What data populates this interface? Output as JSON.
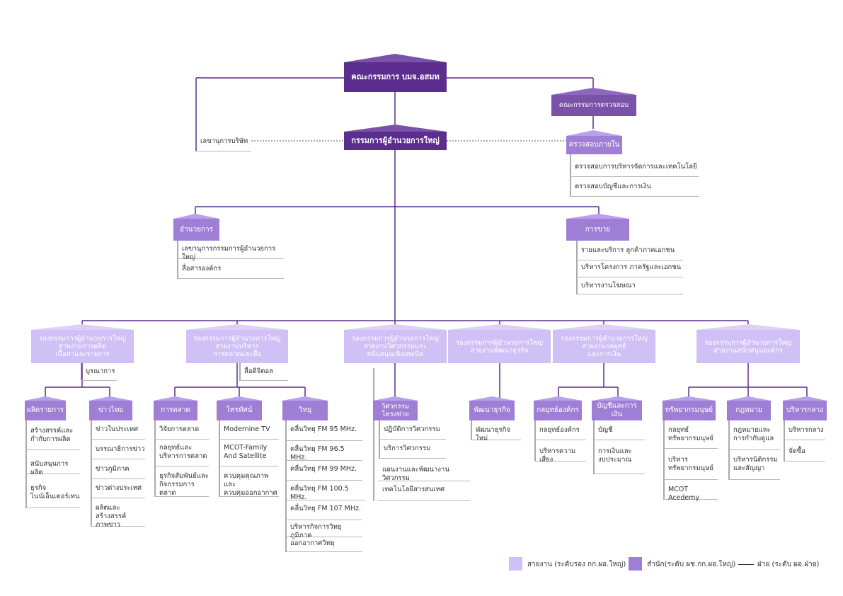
{
  "board": "คณะกรรมการ บมจ.อสมท",
  "audit_committee": "คณะกรรมการตรวจสอบ",
  "president": "กรรมการผู้อำนวยการใหญ่",
  "company_secretary": "เลขานุการบริษัท",
  "internal_audit": {
    "title": "ตรวจสอบภายใน",
    "items": [
      "ตรวจสอบการบริหารจัดการและเทคโนโลยี",
      "ตรวจสอบบัญชีและการเงิน"
    ]
  },
  "administration": {
    "title": "อำนวยการ",
    "items": [
      "เลขานุการกรรมการผู้อำนวยการใหญ่",
      "สื่อสารองค์กร"
    ]
  },
  "sales": {
    "title": "การขาย",
    "items": [
      "รายและบริการ ลูกค้าภาคเอกชน",
      "บริหารโครงการ ภาครัฐและเอกชน",
      "บริหารงานโฆษณา"
    ]
  },
  "vp_lines": [
    "รองกรรมการผู้อำนวยการใหญ่\nสายงานการผลิต\nเนื้อหาและรายการ",
    "รองกรรมการผู้อำนวยการใหญ่\nสายงานบริหาร\nการตลาดและสื่อ",
    "รองกรรมการผู้อำนวยการใหญ่\nสายงานวิศวกรรมและ\nสนับสนุนเชิงเทคนิค",
    "รองกรรมการผู้อำนวยการใหญ่\nสายงานพัฒนาธุรกิจ",
    "รองกรรมการผู้อำนวยการใหญ่\nสายงานกลยุทธ์\nและการเงิน",
    "รองกรรมการผู้อำนวยการใหญ่\nสายงานสนับสนุนองค์กร"
  ],
  "vp_subitems": [
    "บูรณาการ",
    "สื่อดิจิตอล"
  ],
  "offices": {
    "production": {
      "title": "ผลิตรายการ",
      "items": [
        "สร้างสรรค์และ\nกำกับการผลิต",
        "สนับสนุนการผลิต",
        "ธุรกิจ\nไนน์เอ็นเตอร์เทน"
      ]
    },
    "news": {
      "title": "ข่าวไทย",
      "items": [
        "ข่าวในประเทศ",
        "บรรณาธิการข่าว",
        "ข่าวภูมิภาค",
        "ข่าวต่างประเทศ",
        "ผลิตและสร้างสรรค์\nภาพข่าว"
      ]
    },
    "marketing": {
      "title": "การตลาด",
      "items": [
        "วิจัยการตลาด",
        "กลยุทธ์และ\nบริหารการตลาด",
        "ธุรกิจสัมพันธ์และ\nกิจกรรมการตลาด"
      ]
    },
    "tv": {
      "title": "โทรทัศน์",
      "items": [
        "Modernine TV",
        "MCOT-Family\nAnd Satellite",
        "ควบคุมคุณภาพและ\nควบคุมออกอากาศ"
      ]
    },
    "radio": {
      "title": "วิทยุ",
      "items": [
        "คลื่นวิทยุ FM 95 MHz.",
        "คลื่นวิทยุ FM 96.5 MHz.",
        "คลื่นวิทยุ FM 99 MHz.",
        "คลื่นวิทยุ FM 100.5 MHz.",
        "คลื่นวิทยุ FM 107 MHz.",
        "บริหารกิจการวิทยุภูมิภาค",
        "ออกอากาศวิทยุ"
      ]
    },
    "engineering": {
      "title": "วิศวกรรม\nโครงข่าย",
      "items": [
        "ปฏิบัติการวิศวกรรม",
        "บริการวิศวกรรม"
      ]
    },
    "engineering_extra": [
      "แผนงานและพัฒนางานวิศวกรรม",
      "เทคโนโลยีสารสนเทศ"
    ],
    "bizdev": {
      "title": "พัฒนาธุรกิจ",
      "items": [
        "พัฒนาธุรกิจใหม่"
      ]
    },
    "strategy": {
      "title": "กลยุทธ์องค์กร",
      "items": [
        "กลยุทธ์องค์กร",
        "บริหารความเสี่ยง"
      ]
    },
    "finance": {
      "title": "บัญชีและการเงิน",
      "items": [
        "บัญชี",
        "การเงินและ\nงบประมาณ"
      ]
    },
    "hr": {
      "title": "ทรัพยากรมนุษย์",
      "items": [
        "กลยุทธ์\nทรัพยากรมนุษย์",
        "บริหาร\nทรัพยากรมนุษย์",
        "MCOT Acedemy"
      ]
    },
    "legal": {
      "title": "กฎหมาย",
      "items": [
        "กฎหมายและ\nการกำกับดูแล",
        "บริหารนิติกรรม\nและสัญญา"
      ]
    },
    "general": {
      "title": "บริหารกลาง",
      "items": [
        "บริหารกลาง",
        "จัดซื้อ"
      ]
    }
  },
  "legend": {
    "line": "สายงาน (ระดับรอง กก.ผอ.ใหญ่)",
    "office": "สำนัก(ระดับ ผช.กก.ผอ.ใหญ่)",
    "division": "ฝ่าย (ระดับ ผอ.ฝ่าย)"
  },
  "colors": {
    "top": "#5b2d8e",
    "dark": "#7a52a8",
    "mid": "#9f7fd6",
    "light": "#cfc0f5",
    "line": "#5b2d8e"
  }
}
